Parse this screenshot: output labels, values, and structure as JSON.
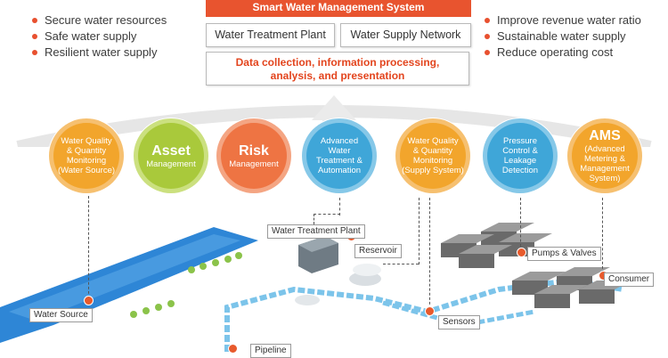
{
  "header": {
    "title": "Smart Water Management System",
    "box_left": "Water Treatment Plant",
    "box_right": "Water Supply Network",
    "info_line1": "Data collection, information processing,",
    "info_line2": "analysis, and presentation"
  },
  "left_bullets": [
    "Secure water resources",
    "Safe water supply",
    "Resilient water supply"
  ],
  "right_bullets": [
    "Improve revenue water ratio",
    "Sustainable water supply",
    "Reduce operating  cost"
  ],
  "circles": [
    {
      "lines": [
        "Water Quality",
        "& Quantity",
        "Monitoring",
        "(Water Source)"
      ],
      "color": "#f2a52c",
      "ring": "#f6c070"
    },
    {
      "big": "Asset",
      "small": "Management",
      "color": "#a9c93b",
      "ring": "#cbe07f"
    },
    {
      "big": "Risk",
      "small": "Management",
      "color": "#ee7443",
      "ring": "#f4a583"
    },
    {
      "lines": [
        "Advanced",
        "Water",
        "Treatment &",
        "Automation"
      ],
      "color": "#3fa6d8",
      "ring": "#86c8e8"
    },
    {
      "lines": [
        "Water Quality",
        "& Quantity",
        "Monitoring",
        "(Supply System)"
      ],
      "color": "#f2a52c",
      "ring": "#f6c070"
    },
    {
      "lines": [
        "Pressure",
        "Control &",
        "Leakage",
        "Detection"
      ],
      "color": "#3fa6d8",
      "ring": "#86c8e8"
    },
    {
      "big": "AMS",
      "lines": [
        "(Advanced",
        "Metering &",
        "Management",
        "System)"
      ],
      "color": "#f2a52c",
      "ring": "#f6c070"
    }
  ],
  "labels": {
    "water_treatment_plant": "Water Treatment Plant",
    "reservoir": "Reservoir",
    "pumps_valves": "Pumps & Valves",
    "consumer": "Consumer",
    "water_source": "Water Source",
    "sensors": "Sensors",
    "pipeline": "Pipeline"
  },
  "colors": {
    "accent": "#e8542f",
    "water": "#2e86d6",
    "pipe": "#7cc4ea"
  }
}
